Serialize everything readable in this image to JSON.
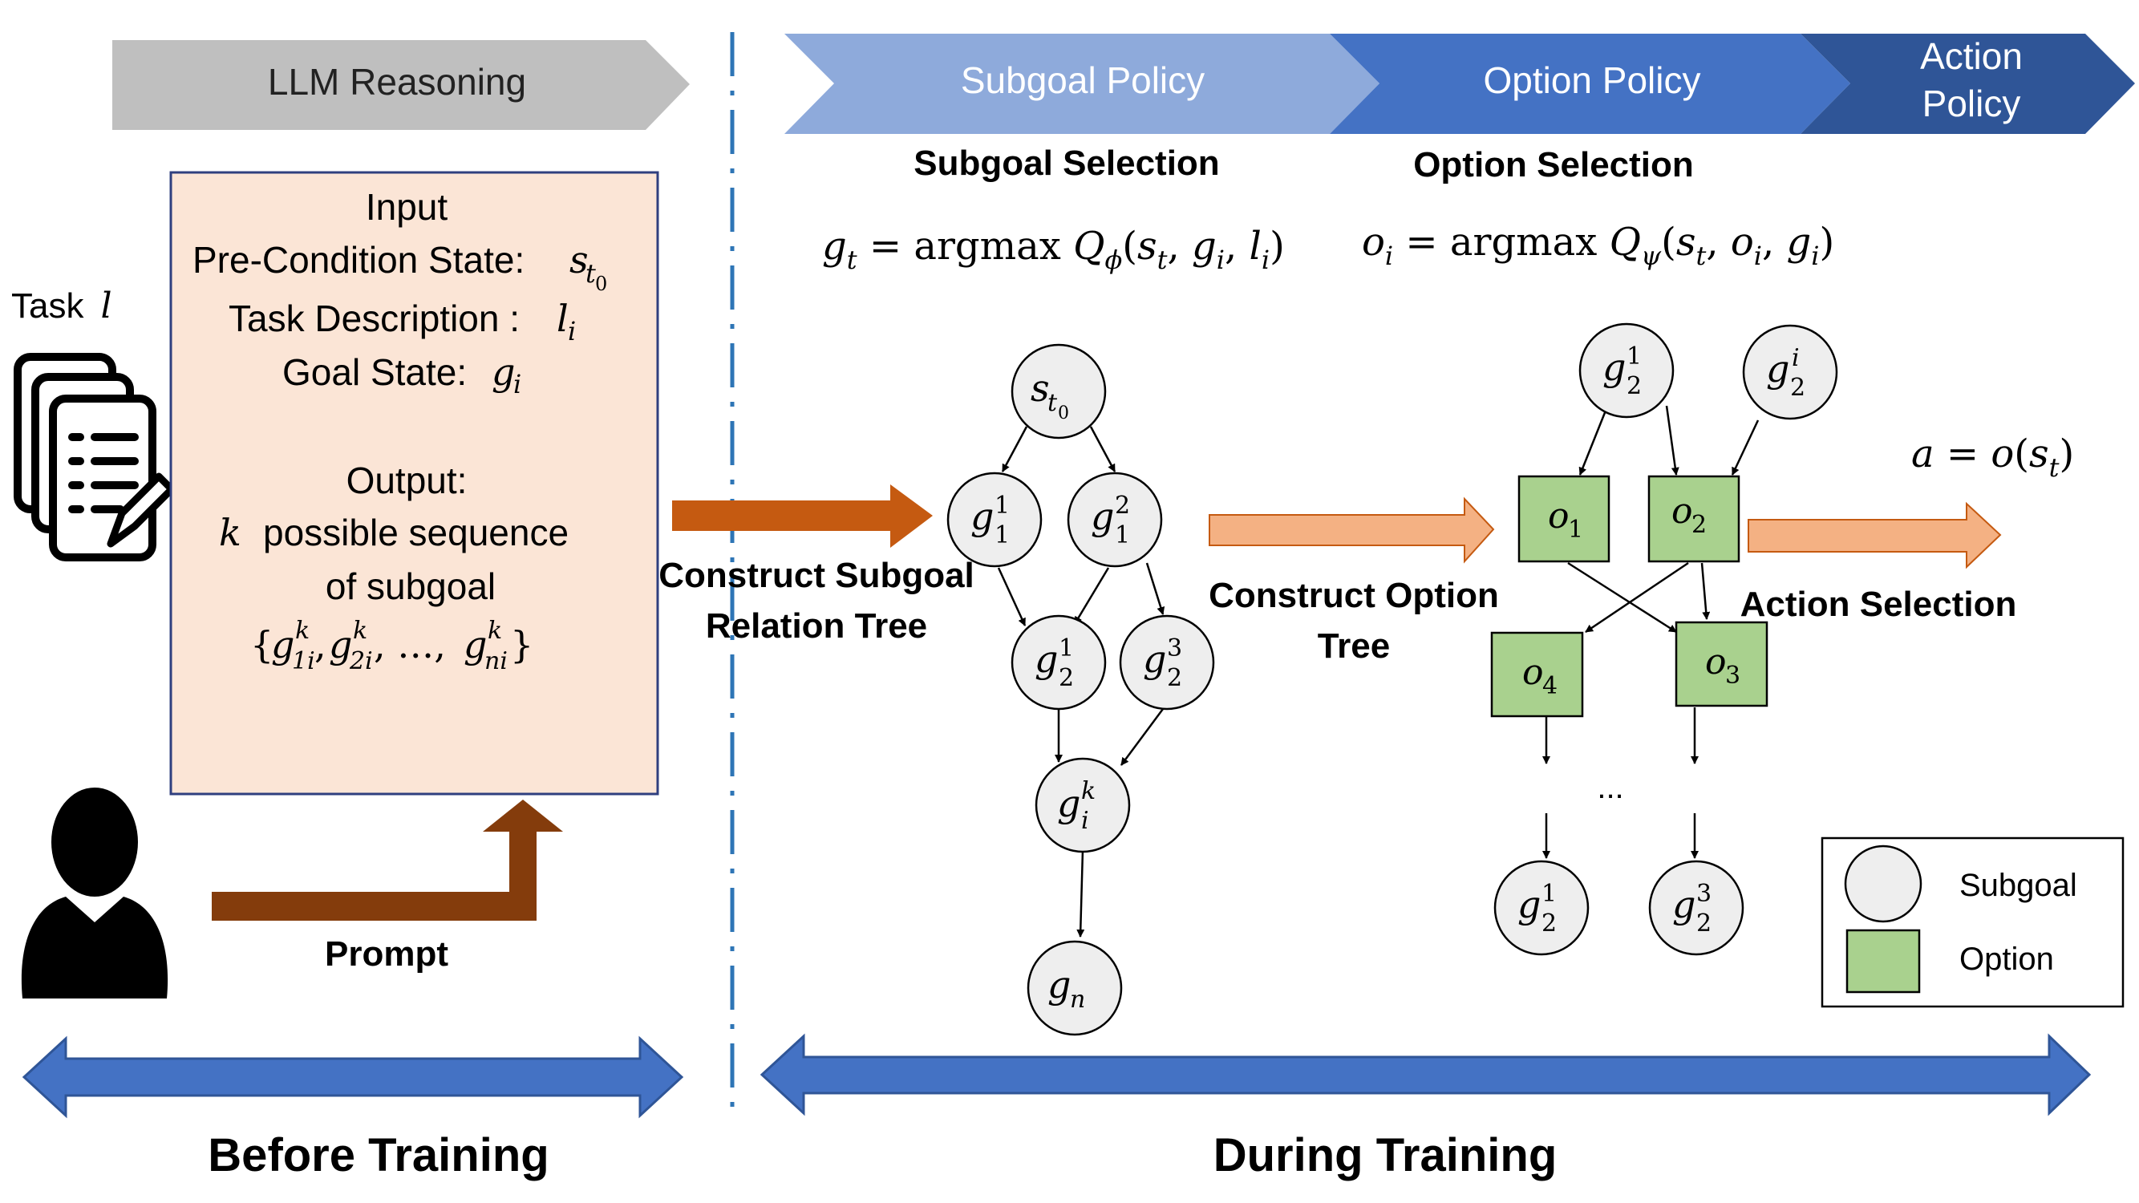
{
  "banner": {
    "llm": "LLM Reasoning",
    "subgoal_policy": "Subgoal Policy",
    "option_policy": "Option Policy",
    "action_policy_line1": "Action",
    "action_policy_line2": "Policy"
  },
  "task_label": "Task",
  "task_var": "l",
  "prompt_box": {
    "input": "Input",
    "precondition": "Pre-Condition State:",
    "task_description": "Task Description :",
    "goal_state": "Goal State:",
    "output": "Output:",
    "possible_sequence": "possible sequence",
    "of_subgoal": "of subgoal",
    "k": "k"
  },
  "labels": {
    "prompt": "Prompt",
    "construct_subgoal_line1": "Construct Subgoal",
    "construct_subgoal_line2": "Relation Tree",
    "construct_option_line1": "Construct Option",
    "construct_option_line2": "Tree",
    "action_selection": "Action Selection",
    "subgoal_selection": "Subgoal Selection",
    "option_selection": "Option Selection",
    "before_training": "Before Training",
    "during_training": "During Training",
    "ellipsis": "..."
  },
  "legend": {
    "subgoal": "Subgoal",
    "option": "Option"
  },
  "colors": {
    "llm_banner": "#bfbfbf",
    "subgoal_banner": "#8eaadb",
    "option_banner": "#4472c4",
    "action_banner": "#2f5597",
    "prompt_box_fill": "#fbe5d6",
    "prompt_box_border": "#2f3f7f",
    "node_fill": "#eeeeee",
    "option_fill": "#a9d18e",
    "subgoal_tree_arrow": "#c55a11",
    "prompt_arrow": "#843c0c",
    "option_arrow": "#f4b183",
    "training_arrow": "#4472c4",
    "divider": "#2e75b6"
  },
  "icons": [
    "documents-icon",
    "person-icon"
  ]
}
